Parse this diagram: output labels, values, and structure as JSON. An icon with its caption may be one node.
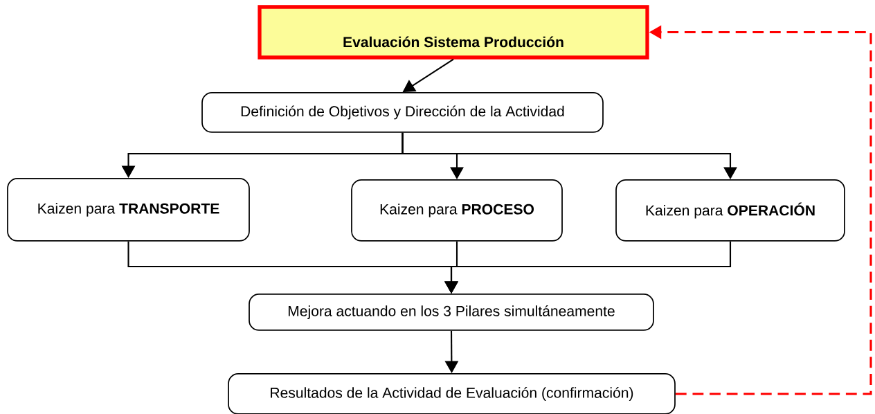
{
  "diagram": {
    "nodes": [
      {
        "text": [
          "Evaluación Sistema Producción"
        ]
      },
      {
        "text": [
          "Definición de Objetivos y Dirección de la Actividad"
        ]
      },
      {
        "text": [
          "Kaizen para **TRANSPORTE**"
        ]
      },
      {
        "text": [
          "Kaizen para **PROCESO**"
        ]
      },
      {
        "text": [
          "Kaizen para **OPERACIÓN**"
        ]
      },
      {
        "text": [
          "Mejora actuando en los 3 Pilares simultáneamente"
        ]
      },
      {
        "text": [
          "Resultados de la Actividad de Evaluación (confirmación)"
        ]
      }
    ],
    "edges": [
      {
        "from": 0,
        "to": 1,
        "arrow": "to"
      },
      {
        "from": 1,
        "to": 2,
        "arrow": "to"
      },
      {
        "from": 1,
        "to": 3,
        "arrow": "to"
      },
      {
        "from": 1,
        "to": 4,
        "arrow": "to"
      },
      {
        "from": 2,
        "to": 5,
        "arrow": "to"
      },
      {
        "from": 3,
        "to": 5,
        "arrow": "to"
      },
      {
        "from": 4,
        "to": 5,
        "arrow": "to"
      },
      {
        "from": 5,
        "to": 6,
        "arrow": "to"
      },
      {
        "from": 6,
        "to": 0,
        "arrow": "to",
        "style": "dashed",
        "color": "#ff0000"
      }
    ]
  }
}
